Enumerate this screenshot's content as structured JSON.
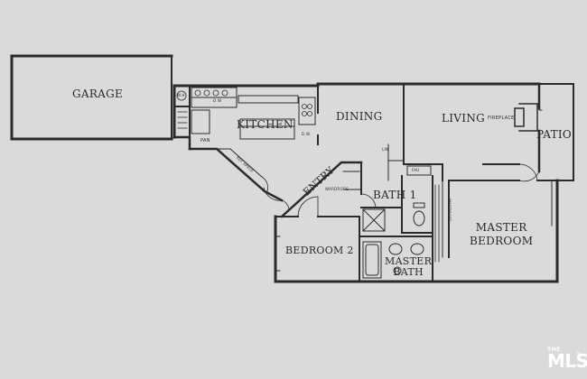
{
  "rooms": {
    "garage": "GARAGE",
    "kitchen": "KITCHEN",
    "dining": "DINING",
    "living": "LIVING",
    "patio": "PATIO",
    "entry": "ENTRY",
    "bath1": "BATH 1",
    "bedroom2": "BEDROOM 2",
    "master_bedroom_line1": "MASTER",
    "master_bedroom_line2": "BEDROOM",
    "master_bath_line1": "MASTER",
    "master_bath_line2": "BATH"
  },
  "fixtures": {
    "fireplace": "FIREPLACE",
    "water_heater": "W.H",
    "pantry": "PAN",
    "dishwasher_k": "D W",
    "dishwasher": "D.W.",
    "refrigerator": "REF SPACE",
    "wardrobe_entry": "WARDROBE",
    "wardrobe_master": "WARDROBE",
    "linen": "LIN",
    "fau": "FAU"
  },
  "watermark": {
    "the": "THE",
    "mls": "MLS",
    "reg": "®"
  },
  "colors": {
    "paper": "#d9dadb",
    "wall": "#2b2b2b",
    "watermark": "#ffffff"
  }
}
